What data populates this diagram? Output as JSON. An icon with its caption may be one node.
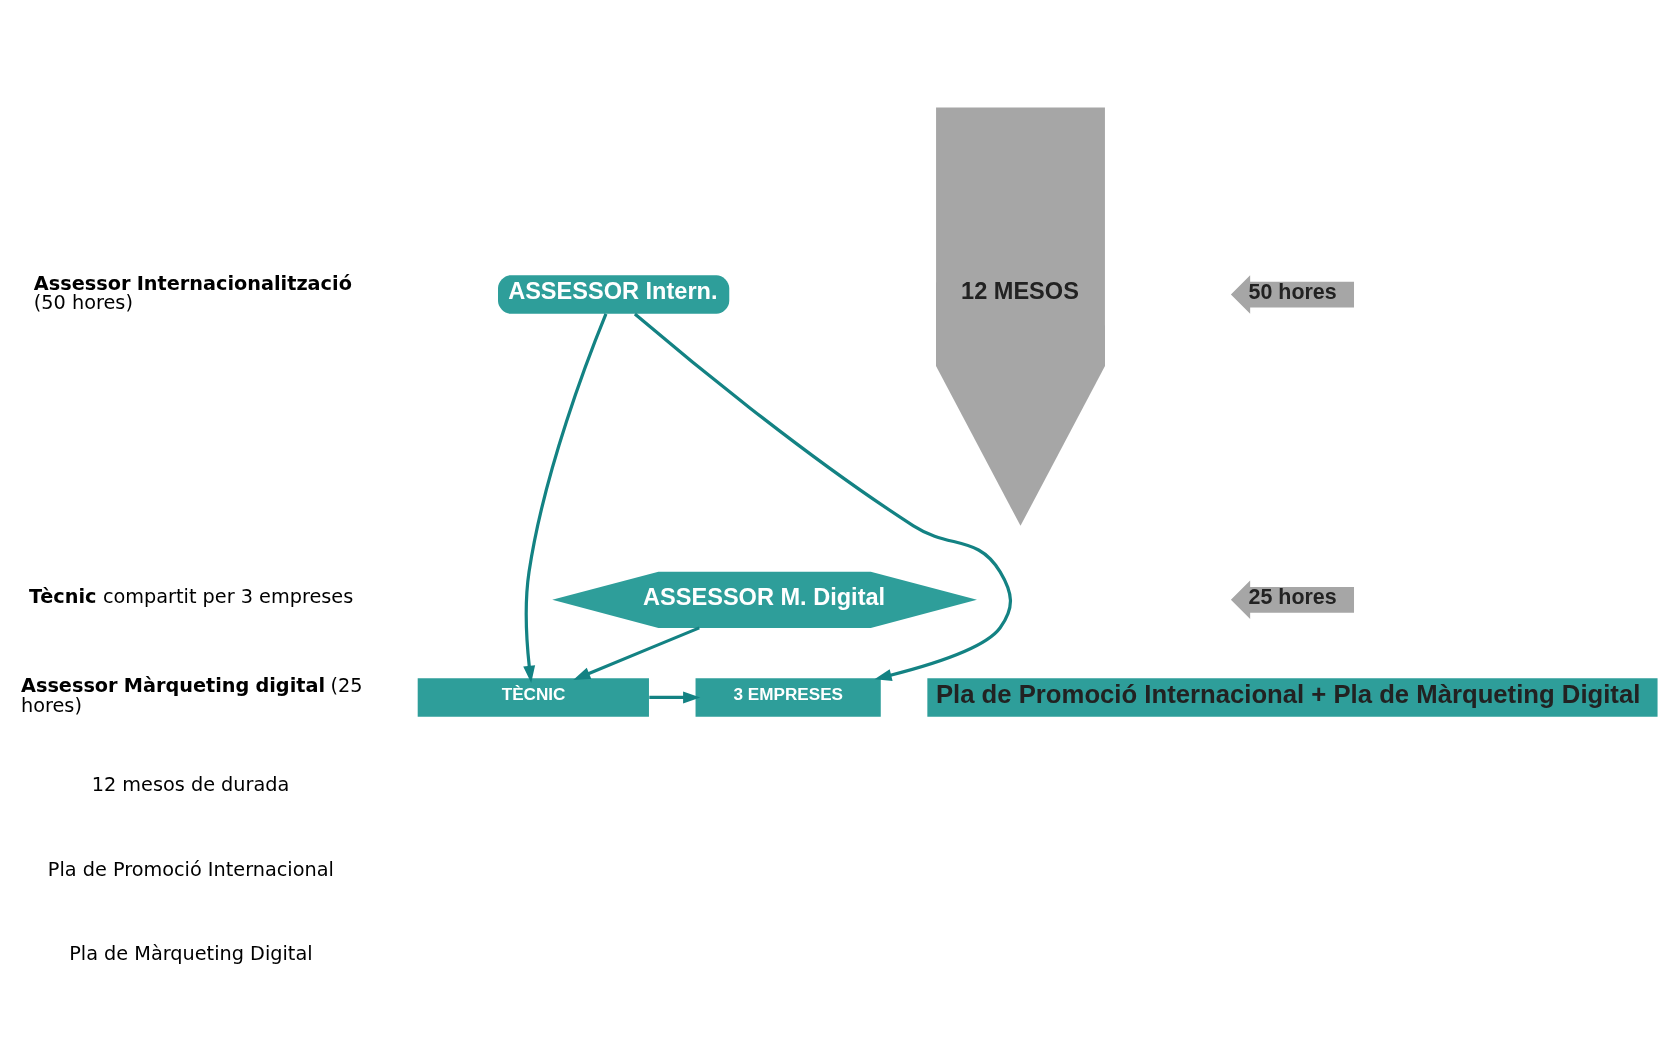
{
  "diagram": {
    "nodes": [
      {
        "text": [
          "ASSESSOR Intern."
        ]
      },
      {
        "text": [
          "TÈCNIC"
        ]
      },
      {
        "text": [
          "3 EMPRESES"
        ]
      },
      {
        "text": [
          "ASSESSOR M. Digital"
        ]
      },
      {
        "text": [
          "50 hores"
        ]
      },
      {
        "text": [
          "25 hores"
        ]
      },
      {
        "text": [
          "Pla de Promoció Internacional + Pla de Màrqueting Digital"
        ]
      },
      {
        "text": [
          "12 MESOS"
        ]
      }
    ],
    "edges": [
      {
        "from": 0,
        "to": 1,
        "arrow": "to"
      },
      {
        "from": 0,
        "to": 2,
        "arrow": "to"
      },
      {
        "from": 1,
        "to": 2,
        "arrow": "to"
      },
      {
        "from": 3,
        "to": 1,
        "arrow": "to"
      }
    ],
    "labels": [
      "**Assessor Internacionalització** (50 hores)",
      "**Tècnic** compartit per 3 empreses",
      "**Assessor Màrqueting digital** (25 hores)",
      "12 mesos de durada",
      "Pla de Promoció Internacional",
      "Pla de Màrqueting Digital"
    ]
  }
}
